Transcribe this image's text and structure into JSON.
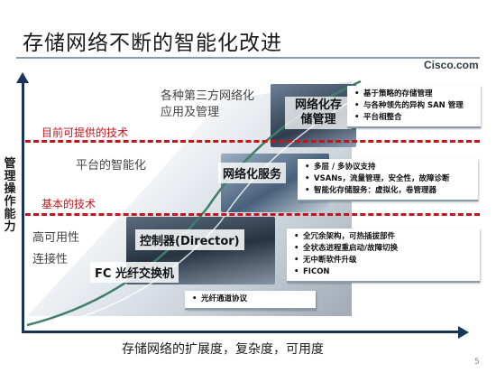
{
  "title": "存储网络不断的智能化改进",
  "brand": "Cisco.com",
  "page_number": "5",
  "axes": {
    "y_label": "管理操作能力",
    "x_label": "存储网络的扩展度，复杂度，可用度"
  },
  "levels": {
    "current": "目前可提供的技术",
    "basic": "基本的技术"
  },
  "stages": {
    "third_party": "各种第三方网络化应用及管理",
    "platform": "平台的智能化",
    "high_availability": "高可用性",
    "connectivity": "连接性"
  },
  "milestones": {
    "networked_storage": "网络化存储管理",
    "network_services": "网络化服务",
    "director": "控制器(Director)",
    "fc_switch": "FC 光纤交换机"
  },
  "panels": {
    "storage_mgmt": [
      "基于策略的存储管理",
      "与各种领先的异构 SAN 管理",
      "平台相整合"
    ],
    "services": [
      "多层 / 多协议支持",
      "VSANs，流量管理，安全性，故障诊断",
      "智能化存储服务：虚拟化，卷管理器"
    ],
    "director": [
      "全冗余架构，可热插拔部件",
      "全状态进程重启动/故障切换",
      "无中断软件升级",
      "FICON"
    ],
    "fc": [
      "光纤通道协议"
    ]
  },
  "colors": {
    "accent_red": "#c0171f",
    "axis_navy": "#18345a",
    "curve_green": "#3f7f6a"
  }
}
